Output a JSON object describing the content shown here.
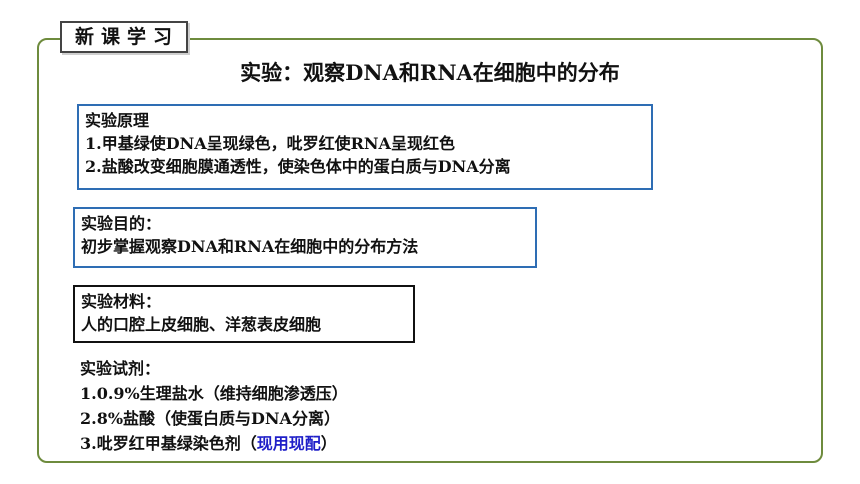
{
  "section_tag": "新课学习",
  "title": "实验：观察DNA和RNA在细胞中的分布",
  "principle": {
    "heading": "实验原理",
    "items": [
      "1.甲基绿使DNA呈现绿色，吡罗红使RNA呈现红色",
      "2.盐酸改变细胞膜通透性，使染色体中的蛋白质与DNA分离"
    ]
  },
  "purpose": {
    "heading": "实验目的：",
    "text": "初步掌握观察DNA和RNA在细胞中的分布方法"
  },
  "materials": {
    "heading": "实验材料：",
    "text": "人的口腔上皮细胞、洋葱表皮细胞"
  },
  "reagents": {
    "heading": "实验试剂：",
    "item1": "1.0.9%生理盐水（维持细胞渗透压）",
    "item2": "2.8%盐酸（使蛋白质与DNA分离）",
    "item3_prefix": "3.吡罗红甲基绿染色剂（",
    "item3_highlight": "现用现配",
    "item3_suffix": "）"
  },
  "colors": {
    "frame": "#6e8b3d",
    "box_blue": "#2e6db4",
    "highlight": "#1f1fc8"
  }
}
